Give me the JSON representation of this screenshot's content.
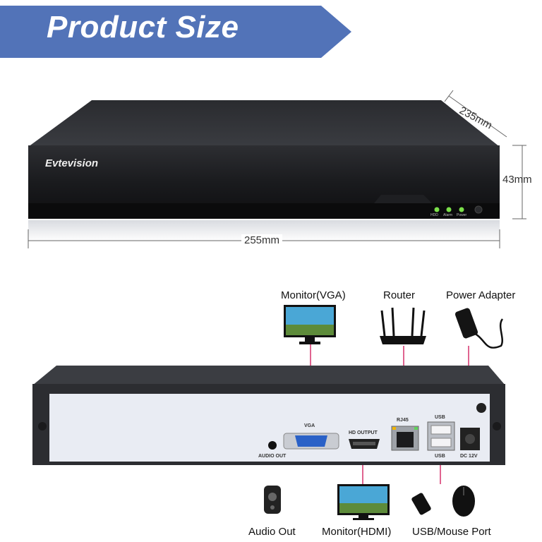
{
  "banner": {
    "title": "Product Size",
    "color": "#5273b8"
  },
  "front": {
    "brand": "Evtevision",
    "dimensions": {
      "width": "255mm",
      "height": "43mm",
      "depth": "235mm"
    },
    "leds": [
      "HDD",
      "Alarm",
      "Power"
    ]
  },
  "rear": {
    "ports": {
      "vga": "VGA",
      "hdmi": "HD OUTPUT",
      "rj45": "RJ45",
      "usb_top": "USB",
      "usb_bottom": "USB",
      "audio": "AUDIO OUT",
      "dc": "DC 12V"
    }
  },
  "connections": {
    "monitor_vga": "Monitor(VGA)",
    "router": "Router",
    "power_adapter": "Power Adapter",
    "audio_out": "Audio Out",
    "monitor_hdmi": "Monitor(HDMI)",
    "usb_mouse": "USB/Mouse Port"
  },
  "colors": {
    "accent_line": "#d5316b",
    "device_dark": "#1c1c1e",
    "rear_panel": "#e9ecf3"
  }
}
